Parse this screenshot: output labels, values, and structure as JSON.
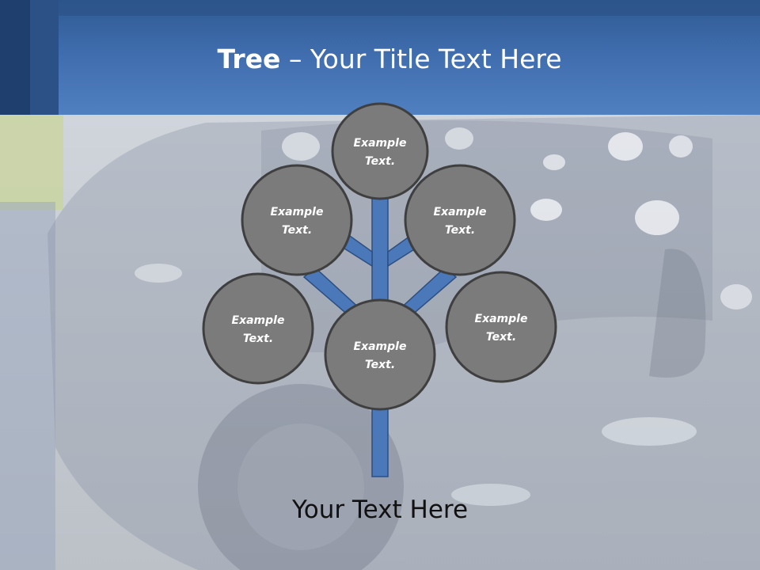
{
  "header": {
    "title_bold": "Tree",
    "title_rest": " – Your Title Text Here"
  },
  "diagram": {
    "nodes": [
      {
        "id": "top",
        "line1": "Example",
        "line2": "Text."
      },
      {
        "id": "upper-left",
        "line1": "Example",
        "line2": "Text."
      },
      {
        "id": "upper-right",
        "line1": "Example",
        "line2": "Text."
      },
      {
        "id": "lower-left",
        "line1": "Example",
        "line2": "Text."
      },
      {
        "id": "center",
        "line1": "Example",
        "line2": "Text."
      },
      {
        "id": "lower-right",
        "line1": "Example",
        "line2": "Text."
      }
    ]
  },
  "footer": {
    "caption": "Your Text Here"
  },
  "colors": {
    "header_blue": "#4a78b8",
    "branch_blue": "#4a78b8",
    "node_fill": "#7b7b7b",
    "node_stroke": "#3f3f3f"
  }
}
